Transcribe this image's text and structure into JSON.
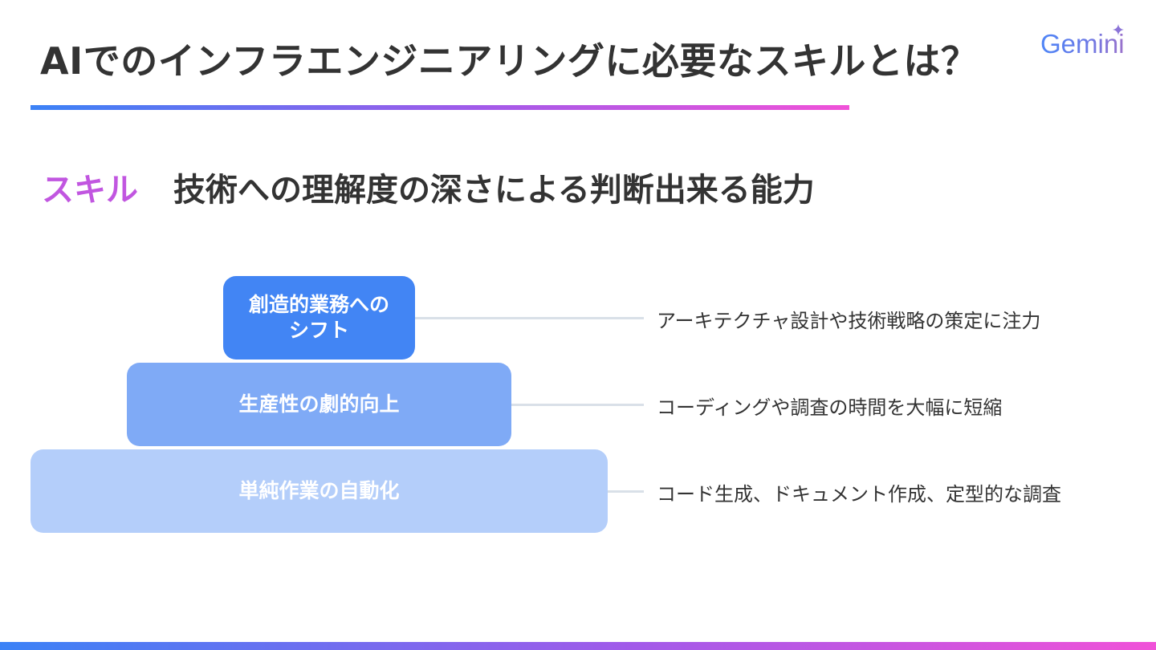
{
  "header": {
    "title": "AIでのインフラエンジニアリングに必要なスキルとは？",
    "logo_text": "Gemini"
  },
  "subtitle": {
    "label": "スキル",
    "text": "技術への理解度の深さによる判断出来る能力"
  },
  "pyramid": {
    "tiers": [
      {
        "label_line1": "創造的業務への",
        "label_line2": "シフト",
        "description": "アーキテクチャ設計や技術戦略の策定に注力",
        "color": "#4285f4"
      },
      {
        "label": "生産性の劇的向上",
        "description": "コーディングや調査の時間を大幅に短縮",
        "color": "#7faaf6"
      },
      {
        "label": "単純作業の自動化",
        "description": "コード生成、ドキュメント作成、定型的な調査",
        "color": "#b4cefa"
      }
    ]
  },
  "colors": {
    "accent_label": "#c156e0",
    "gradient_start": "#3b82f6",
    "gradient_end": "#f052d8",
    "connector": "#d9e0e8",
    "text": "#333333"
  },
  "icons": {
    "logo_sparkle": "sparkle-icon"
  }
}
